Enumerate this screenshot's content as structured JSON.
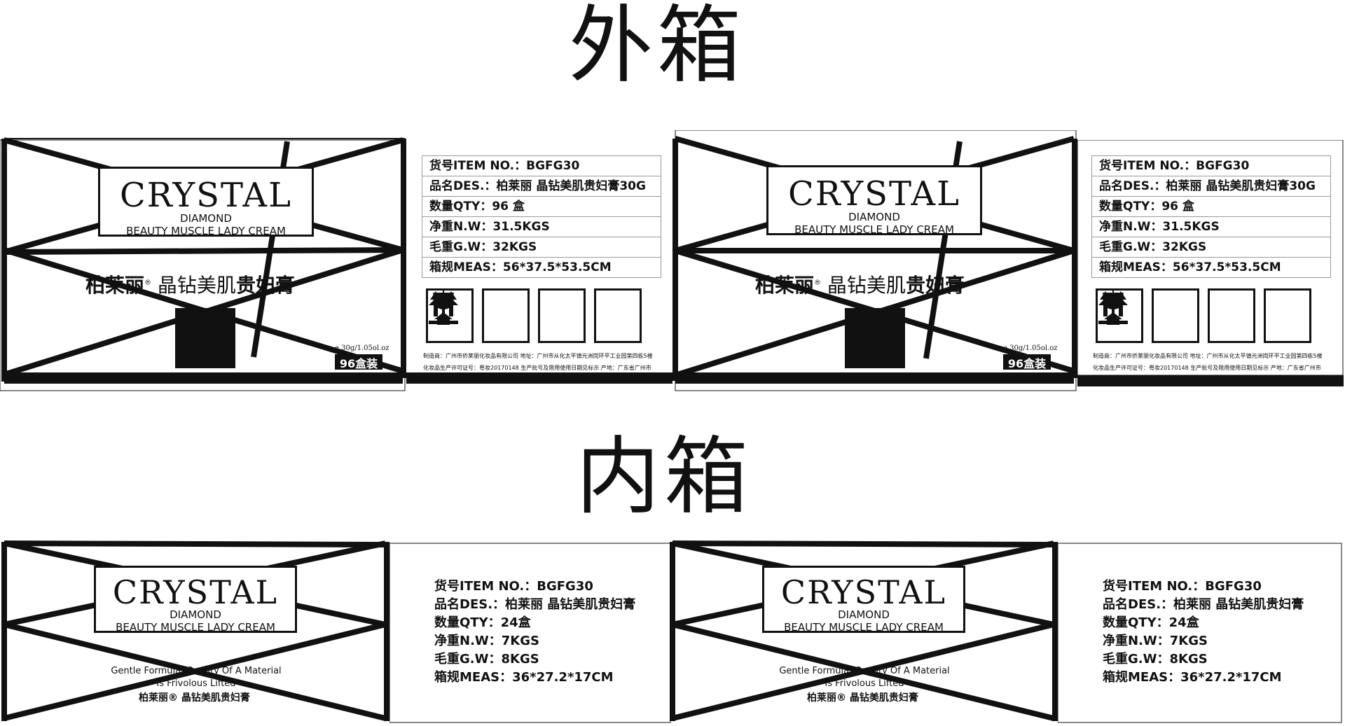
{
  "titles": {
    "outer": "外箱",
    "inner": "内箱"
  },
  "logo": {
    "word": "CRYSTAL",
    "line1": "DIAMOND",
    "line2": "BEAUTY MUSCLE LADY CREAM"
  },
  "brand": {
    "name": "柏莱丽",
    "registered_mark": "®",
    "product": "晶钻美肌",
    "product_bold": "贵妇膏"
  },
  "outer": {
    "weight": "e 30g/1.05ol.oz",
    "pack": "96盒装",
    "rows": [
      "货号ITEM NO.：BGFG30",
      "品名DES.：柏莱丽  晶钻美肌贵妇膏30G",
      "数量QTY：96 盒",
      "净重N.W：31.5KGS",
      "毛重G.W：32KGS",
      "箱规MEAS：56*37.5*53.5CM"
    ],
    "symbols": [
      "fragile-icon",
      "keep-dry-icon",
      "keep-from-sun-icon",
      "this-way-up-icon"
    ],
    "footer1": "制造商：广州市侨莱丽化妆品有限公司  地址：广州市从化太平镇元洲岗环平工业园第四栋5楼",
    "footer2": "化妆品生产许可证号：粤妆20170148 生产批号及限用使用日期见标示 产地：广东省广州市"
  },
  "inner": {
    "slogan1": "Gentle Formula, Quality Of A Material",
    "slogan2": "Is Frivolous Lifted",
    "brand_line": "柏莱丽® 晶钻美肌贵妇膏",
    "rows": [
      "货号ITEM NO.：BGFG30",
      "品名DES.：柏莱丽  晶钻美肌贵妇膏",
      "数量QTY：24盒",
      "净重N.W：7KGS",
      "毛重G.W：8KGS",
      "箱规MEAS：36*27.2*17CM"
    ]
  }
}
